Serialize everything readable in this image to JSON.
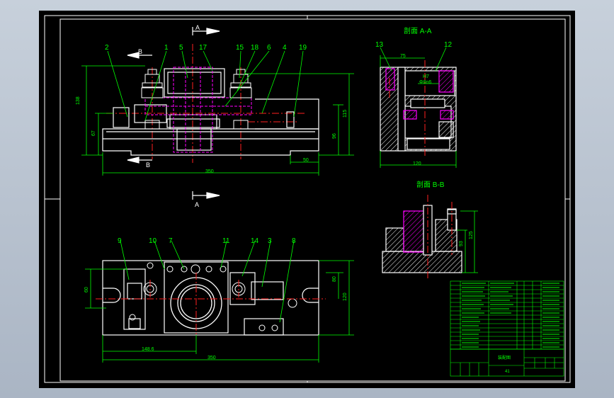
{
  "colors": {
    "frame": "#ffffff",
    "outline": "#ffffff",
    "dimension": "#00ff00",
    "centerline": "#ff2020",
    "hidden": "#ff00ff",
    "leader": "#00ff00",
    "hatch": "#ffffff"
  },
  "section_arrows": {
    "a_top": "A",
    "b_top": "B",
    "b_bottom": "B",
    "a_mid": "A"
  },
  "front_view": {
    "balloons": [
      "2",
      "1",
      "5",
      "17",
      "15",
      "18",
      "6",
      "4",
      "19"
    ],
    "dims": {
      "d138": "138",
      "d67": "67",
      "d115": "115",
      "d96": "96",
      "d350": "350",
      "d50": "50"
    }
  },
  "section_aa": {
    "title": "剖面 A-A",
    "balloons": [
      "13",
      "12"
    ],
    "dims": {
      "d75": "75",
      "h7": "H7",
      "tol": "Φ8n6",
      "d120": "120"
    }
  },
  "section_bb": {
    "title": "剖面 B-B",
    "dims": {
      "d93": "93",
      "d125": "125"
    }
  },
  "top_view": {
    "balloons": [
      "9",
      "10",
      "7",
      "11",
      "14",
      "3",
      "8"
    ],
    "dims": {
      "d60": "60",
      "d80": "80",
      "d120": "120",
      "d148": "148.6",
      "d350": "350"
    }
  },
  "title_block": {
    "header": "装配图",
    "id": "41"
  }
}
